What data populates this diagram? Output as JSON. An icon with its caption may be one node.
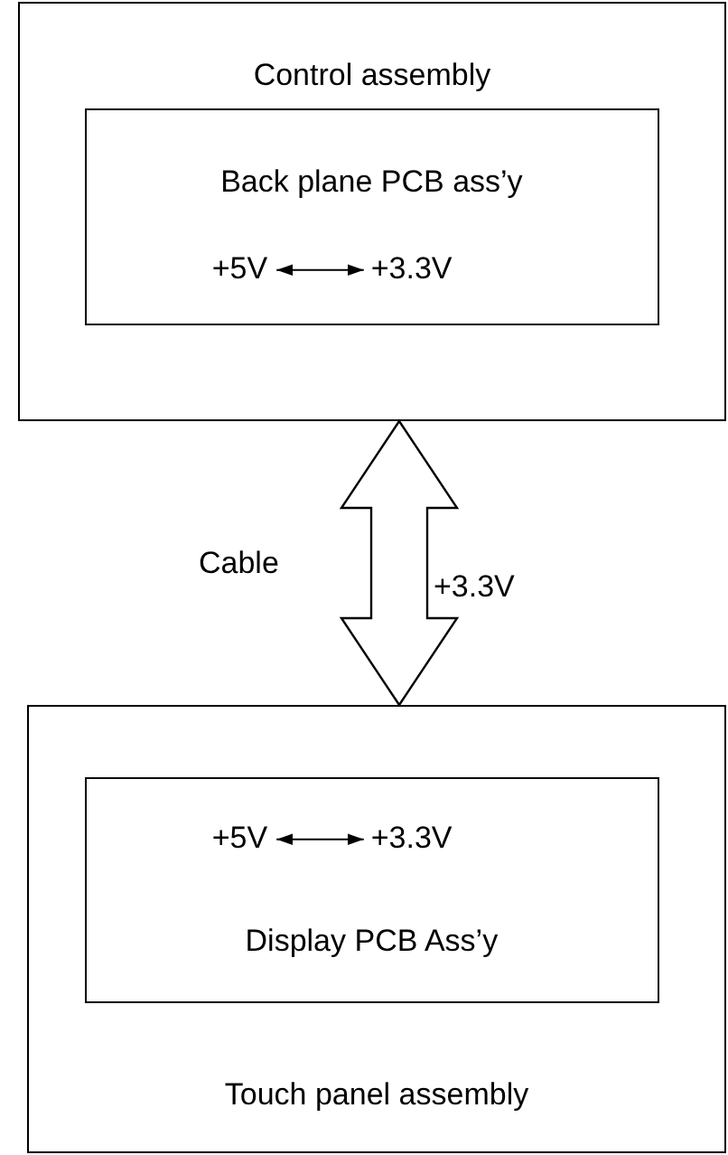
{
  "diagram": {
    "nodes": [
      {
        "text": [
          "Control assembly"
        ]
      },
      {
        "text": [
          "Back plane PCB ass’y"
        ],
        "in": 0
      },
      {
        "text": [
          "+5V"
        ],
        "in": 1
      },
      {
        "text": [
          "+3.3V"
        ],
        "in": 1
      },
      {
        "text": [
          "Touch panel assembly"
        ]
      },
      {
        "text": [
          "Display PCB Ass’y"
        ],
        "in": 4
      },
      {
        "text": [
          "+5V"
        ],
        "in": 5
      },
      {
        "text": [
          "+3.3V"
        ],
        "in": 5
      }
    ],
    "edges": [
      {
        "from": 2,
        "to": 3,
        "arrow": "both"
      },
      {
        "from": 0,
        "to": 4,
        "arrow": "both",
        "style": "thick",
        "label": "Cable"
      },
      {
        "from": 6,
        "to": 7,
        "arrow": "both"
      }
    ],
    "labels": [
      "+3.3V"
    ]
  }
}
